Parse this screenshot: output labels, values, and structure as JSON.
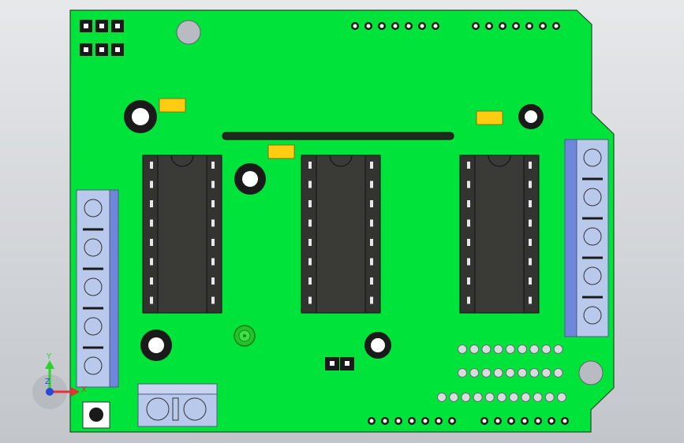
{
  "viewport": {
    "background": "#d0d4d8",
    "board_color": "#00e33b",
    "board_edge": "#2a4a2a",
    "chip_color": "#33332f",
    "terminal_color": "#b9c9ec",
    "terminal_side": "#6f87d9",
    "pad_color": "#ffcc11"
  },
  "triad": {
    "y_label": "Y",
    "x_label": "X",
    "z_label": "Z",
    "y_color": "#29d329",
    "x_color": "#e63232",
    "z_color": "#2846d8"
  },
  "components": {
    "ic_chips": [
      {
        "name": "ic-chip-left"
      },
      {
        "name": "ic-chip-center"
      },
      {
        "name": "ic-chip-right"
      }
    ],
    "terminal_blocks": [
      "terminal-block-left",
      "terminal-block-right",
      "terminal-block-bottom"
    ],
    "smd_pads": [
      "smd-pad-left",
      "smd-pad-center",
      "smd-pad-right"
    ]
  }
}
